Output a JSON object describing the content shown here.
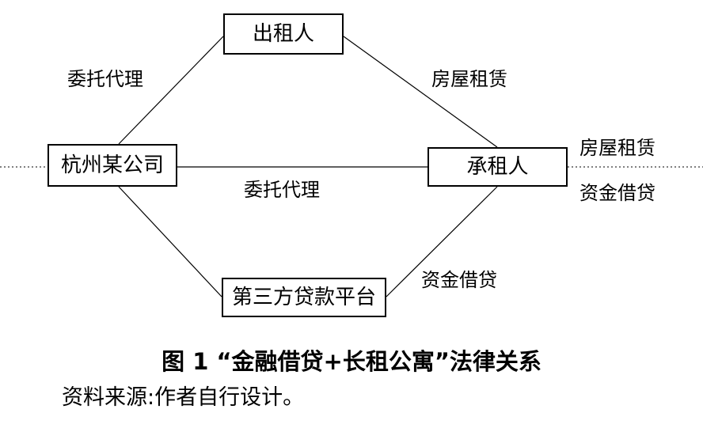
{
  "nodes": {
    "lessor": "出租人",
    "company": "杭州某公司",
    "tenant": "承租人",
    "platform": "第三方贷款平台"
  },
  "edges": {
    "company_lessor": "委托代理",
    "lessor_tenant": "房屋租赁",
    "company_tenant": "委托代理",
    "platform_tenant": "资金借贷"
  },
  "side_labels": {
    "tenant_rent": "房屋租赁",
    "tenant_loan": "资金借贷"
  },
  "caption": "图 1  “金融借贷+长租公寓”法律关系",
  "source": "资料来源:作者自行设计。"
}
